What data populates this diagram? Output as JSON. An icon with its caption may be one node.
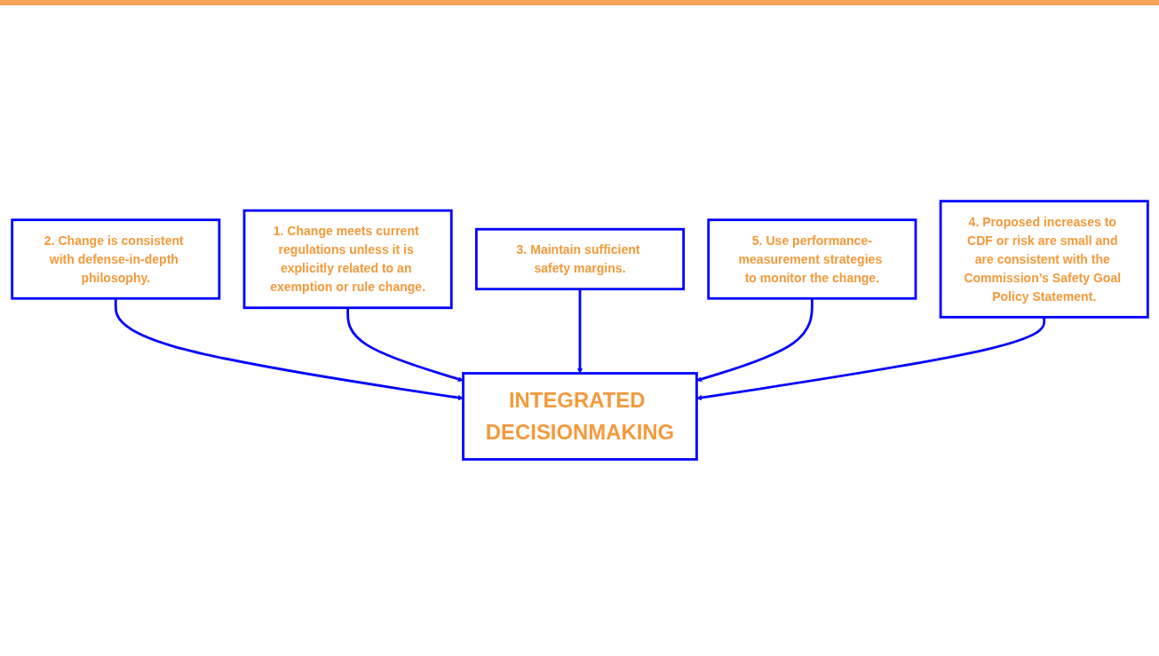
{
  "diagram": {
    "nodes": [
      {
        "text": [
          "2. Change is consistent with defense-in-depth philosophy."
        ]
      },
      {
        "text": [
          "1. Change meets current regulations unless it is explicitly related to an exemption or rule change."
        ]
      },
      {
        "text": [
          "INTEGRATED DECISIONMAKING"
        ]
      },
      {
        "text": [
          "3. Maintain sufficient safety margins."
        ]
      },
      {
        "text": [
          "5. Use performance-measurement strategies to monitor the change."
        ]
      },
      {
        "text": [
          "4. Proposed increases to CDF or risk are small and are consistent with the Commission’s Safety Goal Policy Statement."
        ]
      }
    ],
    "edges": [
      {
        "from": 0,
        "to": 2,
        "arrow": "to"
      },
      {
        "from": 1,
        "to": 2,
        "arrow": "to"
      },
      {
        "from": 3,
        "to": 2,
        "arrow": "to"
      },
      {
        "from": 4,
        "to": 2,
        "arrow": "to"
      },
      {
        "from": 5,
        "to": 2,
        "arrow": "to"
      }
    ]
  }
}
